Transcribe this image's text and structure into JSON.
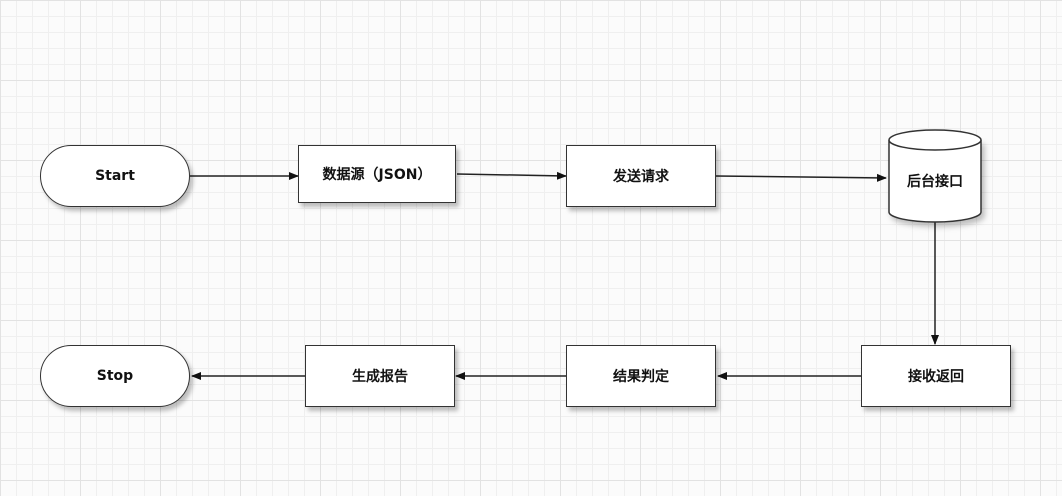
{
  "diagram": {
    "nodes": {
      "start": "Start",
      "datasource": "数据源（JSON）",
      "send_request": "发送请求",
      "backend": "后台接口",
      "receive": "接收返回",
      "judge": "结果判定",
      "report": "生成报告",
      "stop": "Stop"
    },
    "edges": [
      [
        "start",
        "datasource"
      ],
      [
        "datasource",
        "send_request"
      ],
      [
        "send_request",
        "backend"
      ],
      [
        "backend",
        "receive"
      ],
      [
        "receive",
        "judge"
      ],
      [
        "judge",
        "report"
      ],
      [
        "report",
        "stop"
      ]
    ]
  }
}
